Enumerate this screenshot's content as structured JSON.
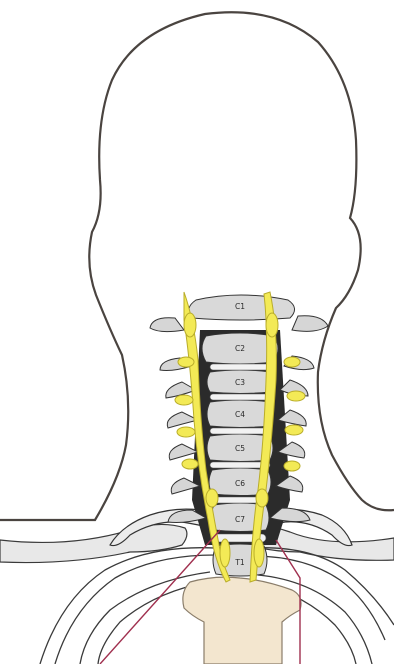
{
  "diagram": {
    "vertebrae": [
      {
        "id": "c1",
        "label": "C1"
      },
      {
        "id": "c2",
        "label": "C2"
      },
      {
        "id": "c3",
        "label": "C3"
      },
      {
        "id": "c4",
        "label": "C4"
      },
      {
        "id": "c5",
        "label": "C5"
      },
      {
        "id": "c6",
        "label": "C6"
      },
      {
        "id": "c7",
        "label": "C7"
      },
      {
        "id": "t1",
        "label": "T1"
      }
    ],
    "colors": {
      "outline": "#4a4440",
      "bone": "#d6d6d6",
      "bone_dark": "#2b2b2b",
      "bone_light": "#eeeeee",
      "nerve": "#f3ea56",
      "nerve_edge": "#b9ad2a",
      "sternum": "#f3e6cf",
      "callout_line": "#a0304f"
    }
  }
}
